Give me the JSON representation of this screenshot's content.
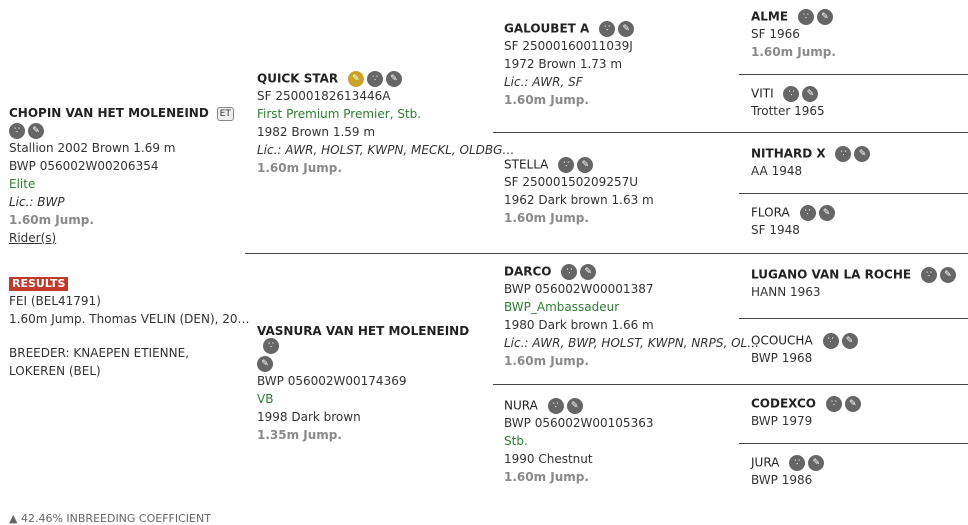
{
  "subject": {
    "name": "CHOPIN VAN HET MOLENEIND",
    "badge": "ET",
    "line1": "Stallion 2002 Brown 1.69 m",
    "reg": "BWP 056002W00206354",
    "predicate": "Elite",
    "lic": "Lic.: BWP",
    "level": "1.60m Jump.",
    "riders_link": "Rider(s)",
    "results_badge": "RESULTS",
    "fei": "FEI (BEL41791)",
    "result_line": "1.60m Jump. Thomas VELIN (DEN), 20…",
    "breeder": "BREEDER: KNAEPEN ETIENNE, LOKEREN (BEL)",
    "footer": "42.46%   INBREEDING COEFFICIENT"
  },
  "sire": {
    "name": "QUICK STAR",
    "reg": "SF 25000182613446A",
    "predicate": "First Premium Premier, Stb.",
    "line": "1982 Brown 1.59 m",
    "lic": "Lic.: AWR, HOLST, KWPN, MECKL, OLDBG…",
    "level": "1.60m Jump."
  },
  "dam": {
    "name": "VASNURA VAN HET MOLENEIND",
    "reg": "BWP 056002W00174369",
    "predicate": "VB",
    "line": "1998 Dark brown",
    "level": "1.35m Jump."
  },
  "gp": [
    {
      "name": "GALOUBET A",
      "reg": "SF 25000160011039J",
      "line": "1972 Brown 1.73 m",
      "lic": "Lic.: AWR, SF",
      "level": "1.60m Jump."
    },
    {
      "name": "STELLA",
      "reg": "SF 25000150209257U",
      "line": "1962 Dark brown 1.63 m",
      "level": "1.60m Jump."
    },
    {
      "name": "DARCO",
      "reg": "BWP 056002W00001387",
      "predicate": "BWP_Ambassadeur",
      "line": "1980 Dark brown 1.66 m",
      "lic": "Lic.: AWR, BWP, HOLST, KWPN, NRPS, OL…",
      "level": "1.60m Jump."
    },
    {
      "name": "NURA",
      "reg": "BWP 056002W00105363",
      "predicate": "Stb.",
      "line": "1990 Chestnut",
      "level": "1.60m Jump."
    }
  ],
  "ggp": [
    {
      "name": "ALME",
      "line": "SF 1966",
      "level": "1.60m Jump."
    },
    {
      "name": "VITI",
      "line": "Trotter 1965"
    },
    {
      "name": "NITHARD X",
      "line": "AA 1948"
    },
    {
      "name": "FLORA",
      "line": "SF 1948"
    },
    {
      "name": "LUGANO VAN LA ROCHE",
      "line": "HANN 1963"
    },
    {
      "name": "OCOUCHA",
      "line": "BWP 1968"
    },
    {
      "name": "CODEXCO",
      "line": "BWP 1979"
    },
    {
      "name": "JURA",
      "line": "BWP 1986"
    }
  ],
  "icons": {
    "tree": "pedigree-tree-icon",
    "edit": "edit-pencil-icon"
  }
}
